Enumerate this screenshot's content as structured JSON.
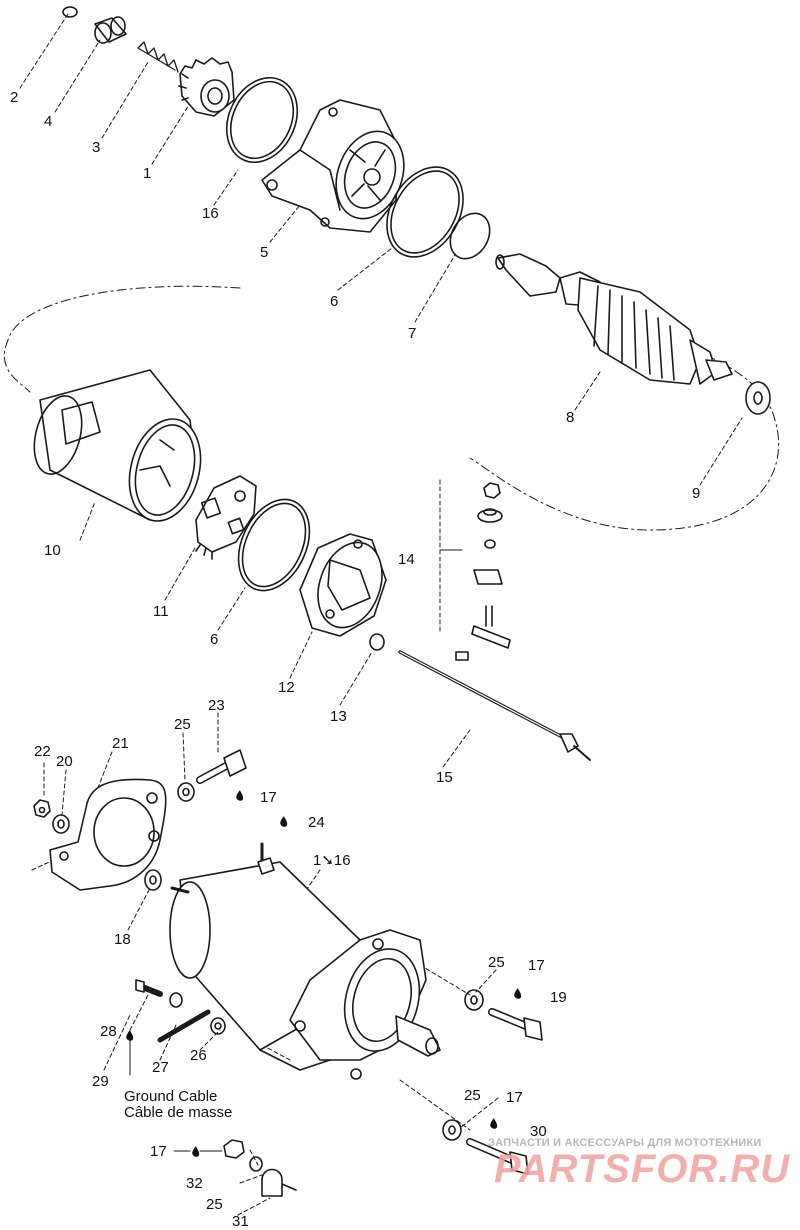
{
  "labels": {
    "p2": "2",
    "p4": "4",
    "p3": "3",
    "p1": "1",
    "p16": "16",
    "p5": "5",
    "p6a": "6",
    "p7": "7",
    "p8": "8",
    "p9": "9",
    "p10": "10",
    "p11": "11",
    "p6b": "6",
    "p12": "12",
    "p13": "13",
    "p14": "14",
    "p15": "15",
    "p25a": "25",
    "p23": "23",
    "p22": "22",
    "p20": "20",
    "p21": "21",
    "p17a": "17",
    "p24": "24",
    "p116": "1➘16",
    "p18": "18",
    "p25b": "25",
    "p17b": "17",
    "p19": "19",
    "p28": "28",
    "p27": "27",
    "p26": "26",
    "p29": "29",
    "p25c": "25",
    "p17c": "17",
    "p30": "30",
    "p17d": "17",
    "p32": "32",
    "p25d": "25",
    "p31": "31"
  },
  "caption": {
    "en": "Ground Cable",
    "fr": "Câble de masse"
  },
  "watermark": {
    "line1": "ЗАПЧАСТИ И АКСЕССУАРЫ ДЛЯ МОТОТЕХНИКИ",
    "line2": "PARTSFOR.RU"
  }
}
